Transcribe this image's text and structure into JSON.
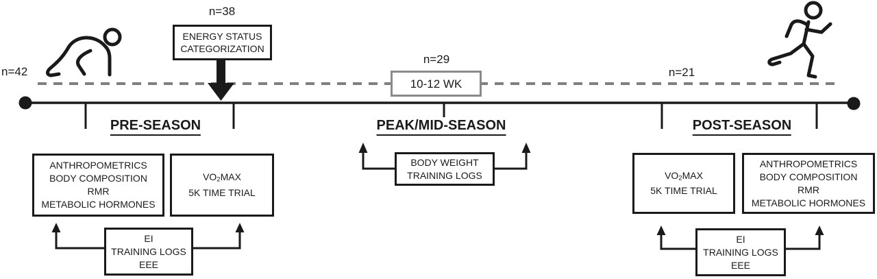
{
  "colors": {
    "ink": "#1a1a1a",
    "dashed_line_gray": "#7f7f7f",
    "duration_box_border_gray": "#8a8a8a",
    "background": "#ffffff"
  },
  "markers": {
    "start_n": "n=42",
    "energy_n": "n=38",
    "duration_n": "n=29",
    "post_n": "n=21"
  },
  "energy_box": {
    "line1": "ENERGY STATUS",
    "line2": "CATEGORIZATION"
  },
  "duration_box": {
    "label": "10-12 WK"
  },
  "sections": {
    "pre": "PRE-SEASON",
    "mid": "PEAK/MID-SEASON",
    "post": "POST-SEASON"
  },
  "pre": {
    "anthro": {
      "l1": "ANTHROPOMETRICS",
      "l2": "BODY COMPOSITION",
      "l3": "RMR",
      "l4": "METABOLIC HORMONES"
    },
    "perf": {
      "vo2_base": "VO",
      "vo2_sub": "2",
      "vo2_rest": "MAX",
      "l2": "5K TIME TRIAL"
    },
    "logs": {
      "l1": "EI",
      "l2": "TRAINING LOGS",
      "l3": "EEE"
    }
  },
  "mid": {
    "logs": {
      "l1": "BODY WEIGHT",
      "l2": "TRAINING LOGS"
    }
  },
  "post": {
    "perf": {
      "vo2_base": "VO",
      "vo2_sub": "2",
      "vo2_rest": "MAX",
      "l2": "5K TIME TRIAL"
    },
    "anthro": {
      "l1": "ANTHROPOMETRICS",
      "l2": "BODY COMPOSITION",
      "l3": "RMR",
      "l4": "METABOLIC HORMONES"
    },
    "logs": {
      "l1": "EI",
      "l2": "TRAINING LOGS",
      "l3": "EEE"
    }
  },
  "icons": {
    "start": "crouching-sprinter-icon",
    "finish": "running-person-icon"
  }
}
